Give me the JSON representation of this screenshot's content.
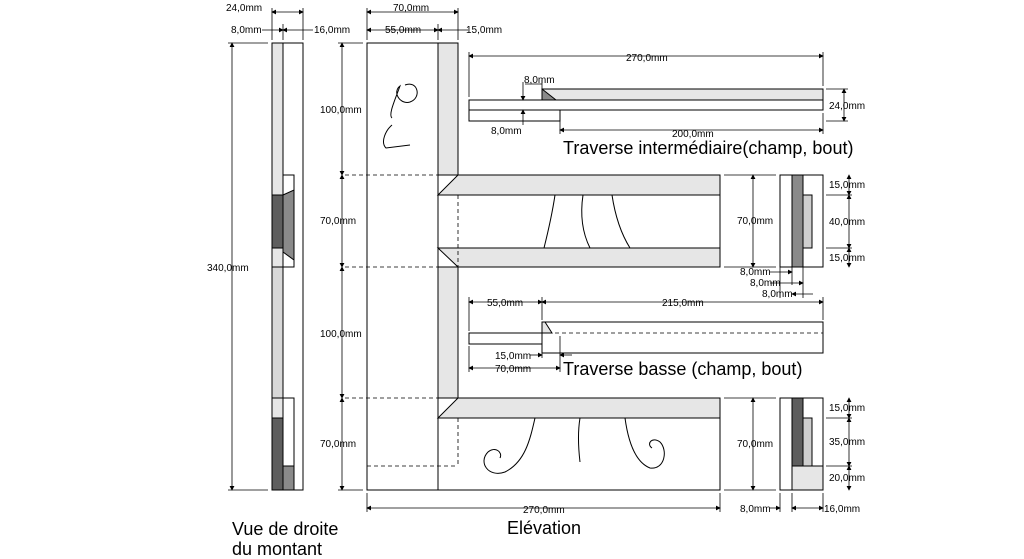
{
  "titles": {
    "side_view": "Vue de droite",
    "side_view_2": "du montant",
    "elevation": "Elévation",
    "intermediate_rail": "Traverse intermédiaire(champ, bout)",
    "bottom_rail": "Traverse basse (champ, bout)"
  },
  "dims": {
    "side_24": "24,0mm",
    "side_8": "8,0mm",
    "side_16": "16,0mm",
    "side_340": "340,0mm",
    "elev_70": "70,0mm",
    "elev_55": "55,0mm",
    "elev_15": "15,0mm",
    "elev_100a": "100,0mm",
    "elev_70a": "70,0mm",
    "elev_100b": "100,0mm",
    "elev_70b": "70,0mm",
    "elev_270": "270,0mm",
    "tm_270": "270,0mm",
    "tm_8a": "8,0mm",
    "tm_8b": "8,0mm",
    "tm_200": "200,0mm",
    "tm_24": "24,0mm",
    "mid_70": "70,0mm",
    "mid_15a": "15,0mm",
    "mid_40": "40,0mm",
    "mid_15b": "15,0mm",
    "mid_8a": "8,0mm",
    "mid_8b": "8,0mm",
    "mid_8c": "8,0mm",
    "tb_55": "55,0mm",
    "tb_215": "215,0mm",
    "tb_15": "15,0mm",
    "tb_70": "70,0mm",
    "bot_70": "70,0mm",
    "bot_15": "15,0mm",
    "bot_35": "35,0mm",
    "bot_20": "20,0mm",
    "bot_8": "8,0mm",
    "bot_16": "16,0mm"
  }
}
